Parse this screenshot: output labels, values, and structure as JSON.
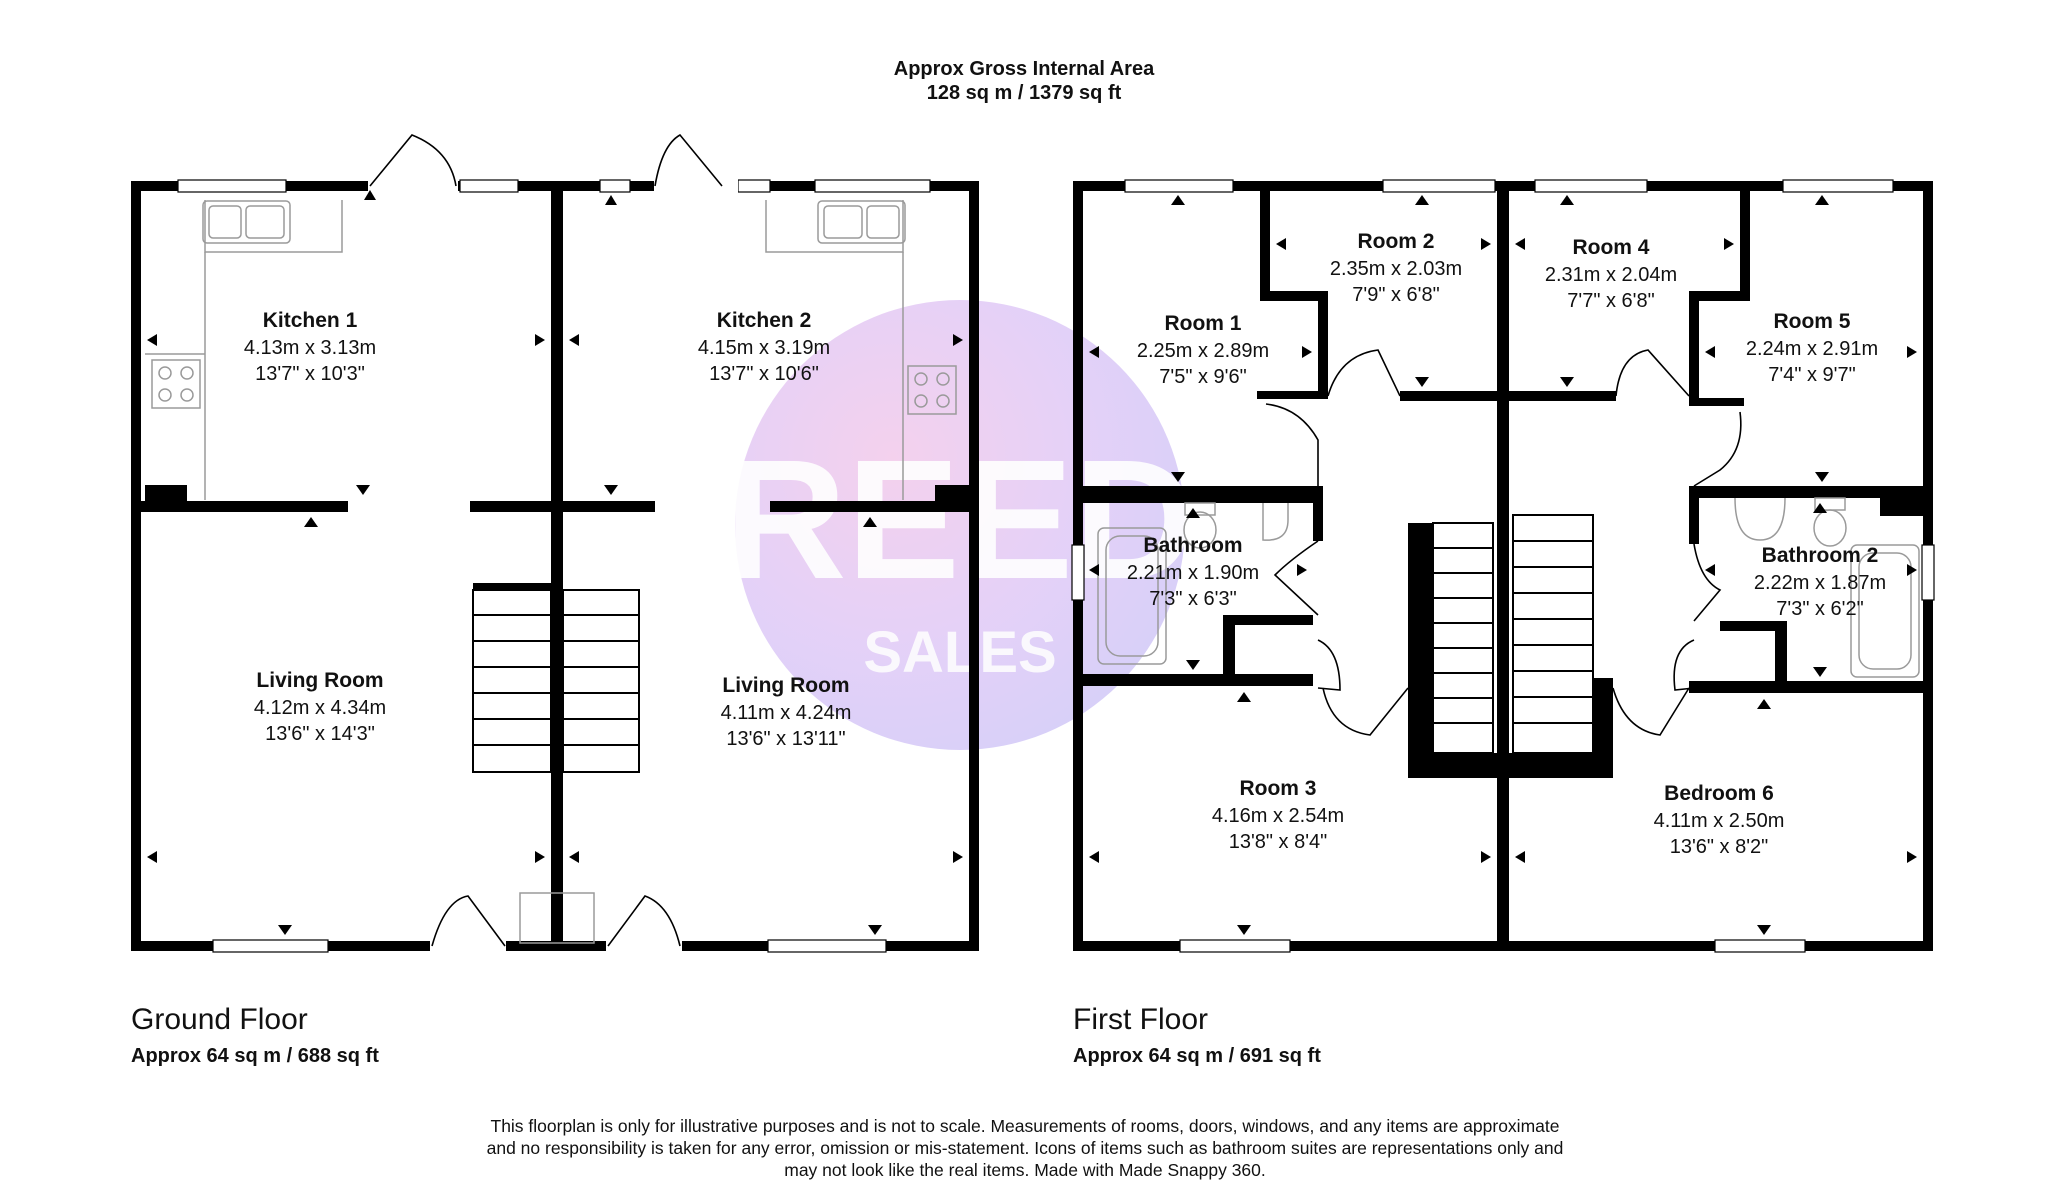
{
  "header": {
    "line1": "Approx Gross Internal Area",
    "line2": "128 sq m / 1379 sq ft"
  },
  "watermark": {
    "brand": "REED",
    "sub": "SALES",
    "colors": [
      "#f2c9ea",
      "#e0c9f6",
      "#cfc7f7"
    ]
  },
  "floors": [
    {
      "name": "Ground Floor",
      "area": "Approx 64 sq m / 688 sq ft"
    },
    {
      "name": "First Floor",
      "area": "Approx 64 sq m / 691 sq ft"
    }
  ],
  "rooms": [
    {
      "name": "Kitchen 1",
      "metric": "4.13m x 3.13m",
      "imperial": "13'7\" x 10'3\""
    },
    {
      "name": "Kitchen 2",
      "metric": "4.15m x 3.19m",
      "imperial": "13'7\" x 10'6\""
    },
    {
      "name": "Living Room",
      "metric": "4.12m x 4.34m",
      "imperial": "13'6\" x 14'3\""
    },
    {
      "name": "Living Room",
      "metric": "4.11m x 4.24m",
      "imperial": "13'6\" x 13'11\""
    },
    {
      "name": "Room 1",
      "metric": "2.25m x 2.89m",
      "imperial": "7'5\" x 9'6\""
    },
    {
      "name": "Room 2",
      "metric": "2.35m x 2.03m",
      "imperial": "7'9\" x 6'8\""
    },
    {
      "name": "Room 4",
      "metric": "2.31m x 2.04m",
      "imperial": "7'7\" x 6'8\""
    },
    {
      "name": "Room  5",
      "metric": "2.24m x 2.91m",
      "imperial": "7'4\" x 9'7\""
    },
    {
      "name": "Bathroom",
      "metric": "2.21m x 1.90m",
      "imperial": "7'3\" x 6'3\""
    },
    {
      "name": "Bathroom 2",
      "metric": "2.22m x 1.87m",
      "imperial": "7'3\" x 6'2\""
    },
    {
      "name": "Room 3",
      "metric": "4.16m x 2.54m",
      "imperial": "13'8\" x 8'4\""
    },
    {
      "name": "Bedroom 6",
      "metric": "4.11m x 2.50m",
      "imperial": "13'6\" x 8'2\""
    }
  ],
  "disclaimer": {
    "line1": "This floorplan is only for illustrative purposes and is not to scale. Measurements of rooms, doors, windows, and any items are approximate",
    "line2": "and no responsibility is taken for any error, omission or mis-statement. Icons of items such as bathroom suites are representations only and",
    "line3": "may not look like the real items. Made with Made Snappy 360."
  },
  "colors": {
    "wall": "#000000",
    "window": "#ffffff",
    "fixture": "#9a9a9a"
  },
  "icons": {
    "sink": "sink-icon",
    "hob": "hob-icon",
    "toilet": "toilet-icon",
    "bath": "bath-icon",
    "basin": "basin-icon",
    "door": "door-swing-icon",
    "stairs": "stairs-icon",
    "arrow": "dimension-arrow-icon"
  }
}
